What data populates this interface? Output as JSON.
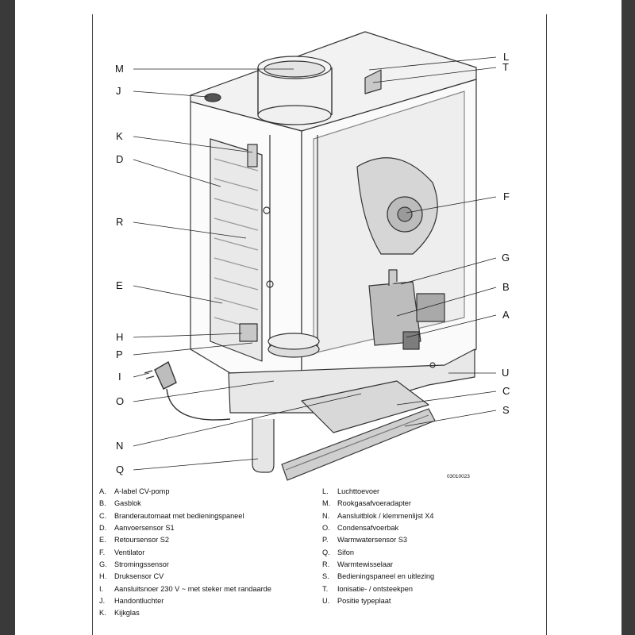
{
  "callouts": {
    "M": "M",
    "J": "J",
    "K": "K",
    "D": "D",
    "R": "R",
    "E": "E",
    "H": "H",
    "P": "P",
    "I": "I",
    "O": "O",
    "N": "N",
    "Q": "Q",
    "L": "L",
    "T": "T",
    "F": "F",
    "G": "G",
    "B": "B",
    "A": "A",
    "U": "U",
    "C": "C",
    "S": "S"
  },
  "figure_code": "03010023",
  "legend": {
    "left": [
      {
        "key": "A.",
        "text": "A-label CV-pomp"
      },
      {
        "key": "B.",
        "text": "Gasblok"
      },
      {
        "key": "C.",
        "text": "Branderautomaat met bedieningspaneel"
      },
      {
        "key": "D.",
        "text": "Aanvoersensor S1"
      },
      {
        "key": "E.",
        "text": "Retoursensor S2"
      },
      {
        "key": "F.",
        "text": "Ventilator"
      },
      {
        "key": "G.",
        "text": "Stromingssensor"
      },
      {
        "key": "H.",
        "text": "Druksensor CV"
      },
      {
        "key": "I.",
        "text": "Aansluitsnoer 230 V ~ met steker met randaarde"
      },
      {
        "key": "J.",
        "text": "Handontluchter"
      },
      {
        "key": "K.",
        "text": "Kijkglas"
      }
    ],
    "right": [
      {
        "key": "L.",
        "text": "Luchttoevoer"
      },
      {
        "key": "M.",
        "text": "Rookgasafvoeradapter"
      },
      {
        "key": "N.",
        "text": "Aansluitblok / klemmenlijst X4"
      },
      {
        "key": "O.",
        "text": "Condensafvoerbak"
      },
      {
        "key": "P.",
        "text": "Warmwatersensor S3"
      },
      {
        "key": "Q.",
        "text": "Sifon"
      },
      {
        "key": "R.",
        "text": "Warmtewisselaar"
      },
      {
        "key": "S.",
        "text": "Bedieningspaneel en uitlezing"
      },
      {
        "key": "T.",
        "text": "Ionisatie- / ontsteekpen"
      },
      {
        "key": "U.",
        "text": "Positie typeplaat"
      }
    ]
  }
}
